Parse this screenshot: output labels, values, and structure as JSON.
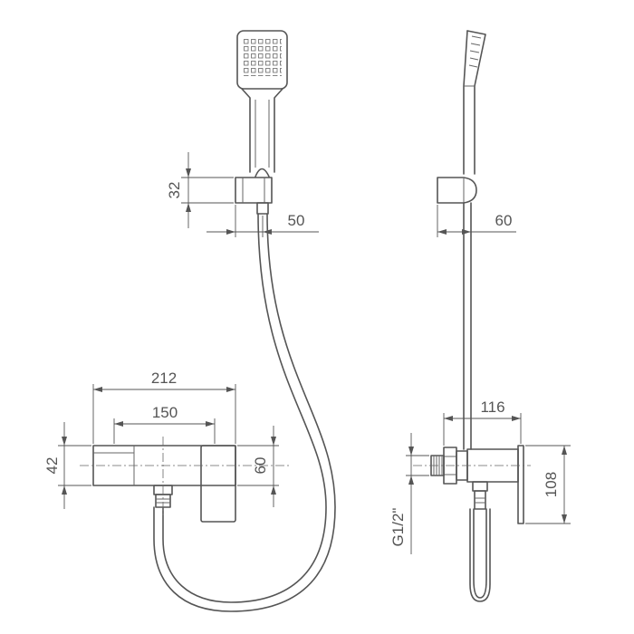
{
  "drawing": {
    "front_view": {
      "holder_height": "32",
      "hose_offset": "50",
      "body_width": "212",
      "center_distance": "150",
      "body_height": "42",
      "lever_height": "60"
    },
    "side_view": {
      "holder_depth": "60",
      "projection": "116",
      "connection_thread": "G1/2\"",
      "lever_length": "108"
    }
  }
}
